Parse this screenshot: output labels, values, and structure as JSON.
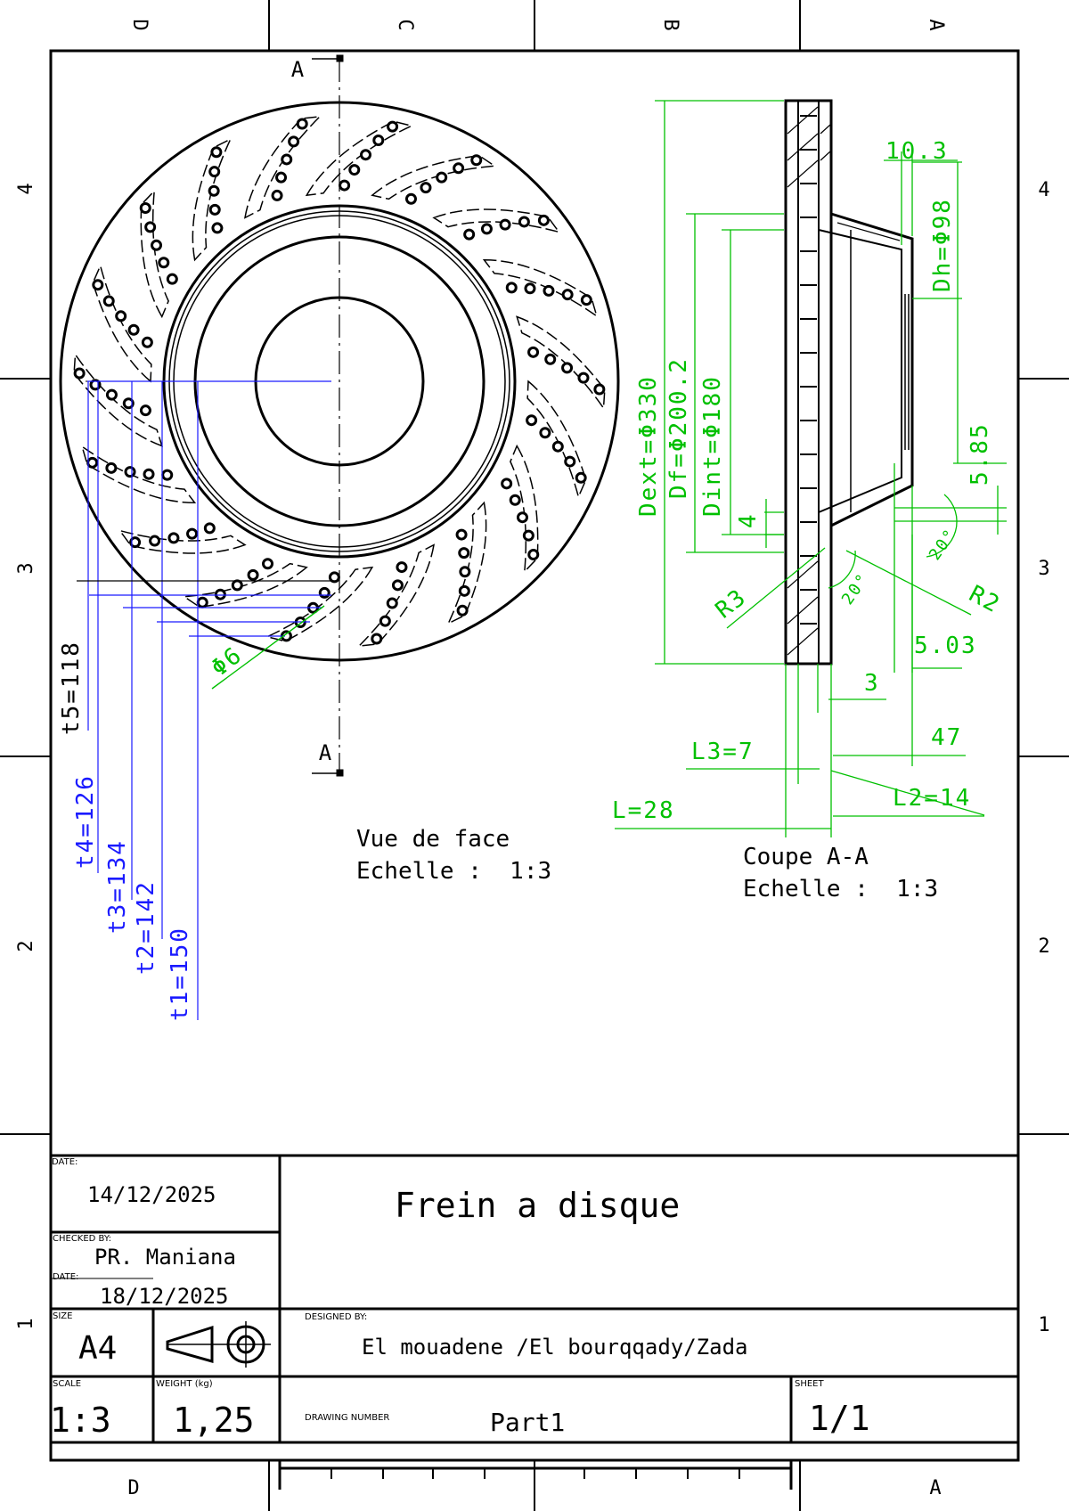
{
  "border": {
    "columns_top": [
      "D",
      "C",
      "B",
      "A"
    ],
    "columns_bottom": [
      "D",
      "A"
    ],
    "rows": [
      "4",
      "3",
      "2",
      "1"
    ]
  },
  "front_view": {
    "section_mark": "A",
    "title": "Vue de face",
    "scale_line": "Echelle :  1:3",
    "hole_dim": "Φ6",
    "dims": [
      "t5=118",
      "t4=126",
      "t3=134",
      "t2=142",
      "t1=150"
    ]
  },
  "section_view": {
    "title": "Coupe A-A",
    "scale_line": "Echelle :  1:3",
    "dims": {
      "dext": "Dext=Φ330",
      "df": "Df=Φ200.2",
      "dint": "Dint=Φ180",
      "dh": "Dh=Φ98",
      "d103": "10.3",
      "d585": "5.85",
      "d4": "4",
      "r3": "R3",
      "a20a": "20°",
      "a20b": "20°",
      "r2": "R2",
      "d503": "5.03",
      "d3": "3",
      "d47": "47",
      "l3": "L3=7",
      "l2": "L2=14",
      "l": "L=28"
    }
  },
  "title_block": {
    "date_label": "DATE:",
    "date": "14/12/2025",
    "checked_label": "CHECKED BY:",
    "checked_by": "PR. Maniana",
    "date2_label": "DATE:",
    "date2": "18/12/2025",
    "size_label": "SIZE",
    "size": "A4",
    "scale_label": "SCALE",
    "scale": "1:3",
    "weight_label": "WEIGHT (kg)",
    "weight": "1,25",
    "title": "Frein a disque",
    "designed_label": "DESIGNED BY:",
    "designed_by": "El mouadene /El bourqqady/Zada",
    "drawing_number_label": "DRAWING NUMBER",
    "drawing_number": "Part1",
    "sheet_label": "SHEET",
    "sheet": "1/1"
  },
  "colors": {
    "green": "#00c000",
    "blue": "#1a1aff",
    "ink": "#000000"
  }
}
